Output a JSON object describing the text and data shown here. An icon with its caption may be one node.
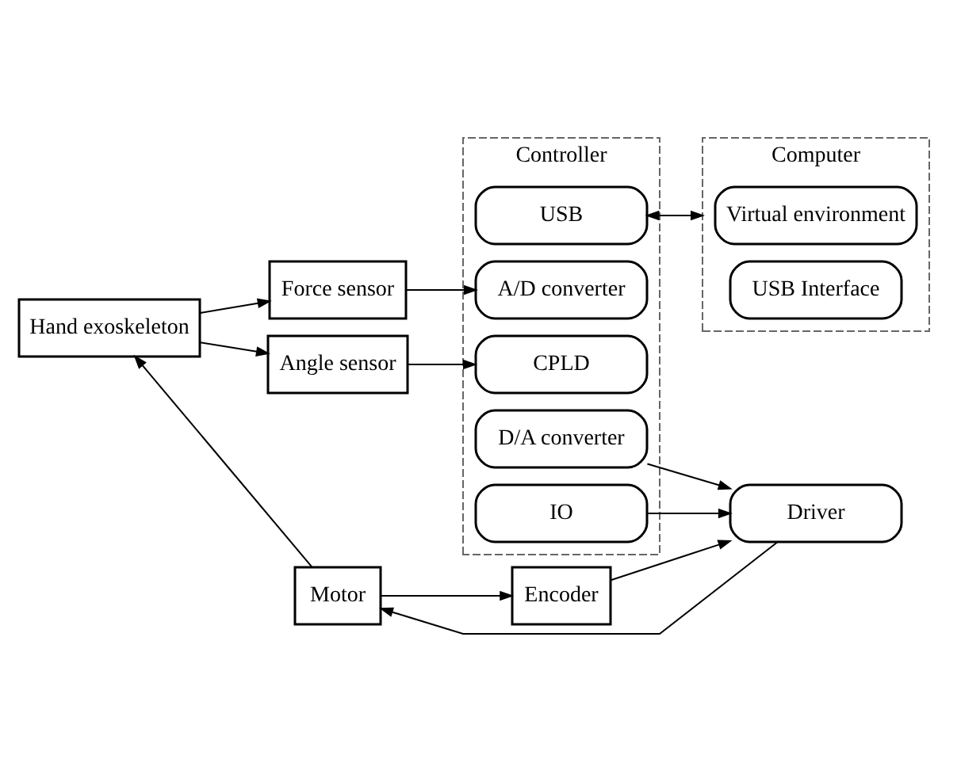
{
  "diagram": {
    "nodes": [
      {
        "text": [
          "Computer"
        ]
      },
      {
        "text": [
          "Virtual environment"
        ],
        "in": 0
      },
      {
        "text": [
          "USB Interface"
        ],
        "in": 0
      },
      {
        "text": [
          "Controller"
        ]
      },
      {
        "text": [
          "USB"
        ],
        "in": 3
      },
      {
        "text": [
          "A/D converter"
        ],
        "in": 3
      },
      {
        "text": [
          "CPLD"
        ],
        "in": 3
      },
      {
        "text": [
          "D/A converter"
        ],
        "in": 3
      },
      {
        "text": [
          "IO"
        ],
        "in": 3
      },
      {
        "text": [
          "Hand exoskeleton"
        ]
      },
      {
        "text": [
          "Force sensor"
        ]
      },
      {
        "text": [
          "Angle sensor"
        ]
      },
      {
        "text": [
          "Motor"
        ]
      },
      {
        "text": [
          "Encoder"
        ]
      },
      {
        "text": [
          "Driver"
        ]
      }
    ],
    "edges": [
      {
        "from": 4,
        "to": 0,
        "arrow": "both"
      },
      {
        "from": 9,
        "to": 10,
        "arrow": "to"
      },
      {
        "from": 9,
        "to": 11,
        "arrow": "to"
      },
      {
        "from": 10,
        "to": 5,
        "arrow": "to"
      },
      {
        "from": 11,
        "to": 6,
        "arrow": "to"
      },
      {
        "from": 12,
        "to": 9,
        "arrow": "to"
      },
      {
        "from": 12,
        "to": 13,
        "arrow": "to"
      },
      {
        "from": 7,
        "to": 14,
        "arrow": "to"
      },
      {
        "from": 13,
        "to": 14,
        "arrow": "to"
      },
      {
        "from": 8,
        "to": 14,
        "arrow": "to"
      },
      {
        "from": 14,
        "to": 12,
        "arrow": "to"
      }
    ]
  }
}
